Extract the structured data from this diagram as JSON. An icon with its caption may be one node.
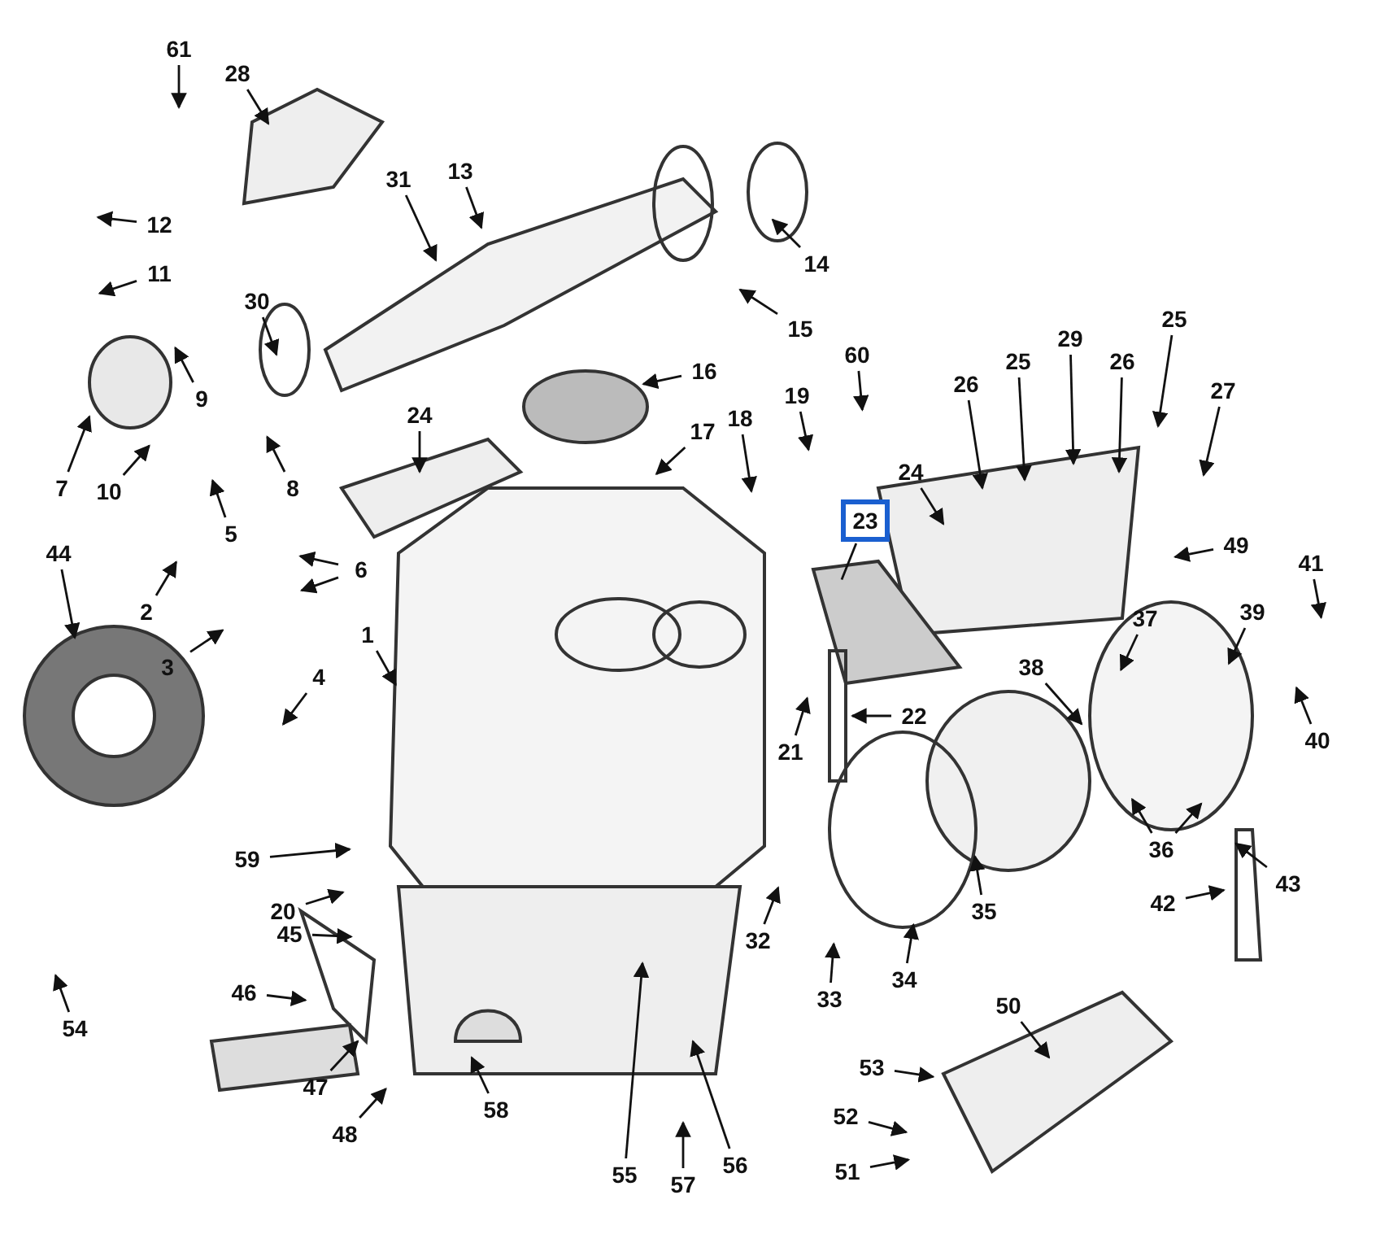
{
  "diagram": {
    "nodes": [
      {
        "text": [
          "61"
        ]
      },
      {
        "text": [
          "28"
        ]
      },
      {
        "text": [
          "12"
        ]
      },
      {
        "text": [
          "11"
        ]
      },
      {
        "text": [
          "30"
        ]
      },
      {
        "text": [
          "31"
        ]
      },
      {
        "text": [
          "13"
        ]
      },
      {
        "text": [
          "14"
        ]
      },
      {
        "text": [
          "15"
        ]
      },
      {
        "text": [
          "9"
        ]
      },
      {
        "text": [
          "7"
        ]
      },
      {
        "text": [
          "10"
        ]
      },
      {
        "text": [
          "5"
        ]
      },
      {
        "text": [
          "8"
        ]
      },
      {
        "text": [
          "2"
        ]
      },
      {
        "text": [
          "6"
        ]
      },
      {
        "text": [
          "3"
        ]
      },
      {
        "text": [
          "4"
        ]
      },
      {
        "text": [
          "24"
        ]
      },
      {
        "text": [
          "16"
        ]
      },
      {
        "text": [
          "17"
        ]
      },
      {
        "text": [
          "18"
        ]
      },
      {
        "text": [
          "19"
        ]
      },
      {
        "text": [
          "60"
        ]
      },
      {
        "text": [
          "23"
        ]
      },
      {
        "text": [
          "24"
        ]
      },
      {
        "text": [
          "26"
        ]
      },
      {
        "text": [
          "25"
        ]
      },
      {
        "text": [
          "29"
        ]
      },
      {
        "text": [
          "26"
        ]
      },
      {
        "text": [
          "25"
        ]
      },
      {
        "text": [
          "27"
        ]
      },
      {
        "text": [
          "49"
        ]
      },
      {
        "text": [
          "41"
        ]
      },
      {
        "text": [
          "39"
        ]
      },
      {
        "text": [
          "37"
        ]
      },
      {
        "text": [
          "38"
        ]
      },
      {
        "text": [
          "1"
        ]
      },
      {
        "text": [
          "44"
        ]
      },
      {
        "text": [
          "22"
        ]
      },
      {
        "text": [
          "21"
        ]
      },
      {
        "text": [
          "40"
        ]
      },
      {
        "text": [
          "36"
        ]
      },
      {
        "text": [
          "59"
        ]
      },
      {
        "text": [
          "20"
        ]
      },
      {
        "text": [
          "45"
        ]
      },
      {
        "text": [
          "32"
        ]
      },
      {
        "text": [
          "33"
        ]
      },
      {
        "text": [
          "34"
        ]
      },
      {
        "text": [
          "35"
        ]
      },
      {
        "text": [
          "42"
        ]
      },
      {
        "text": [
          "43"
        ]
      },
      {
        "text": [
          "54"
        ]
      },
      {
        "text": [
          "46"
        ]
      },
      {
        "text": [
          "47"
        ]
      },
      {
        "text": [
          "48"
        ]
      },
      {
        "text": [
          "58"
        ]
      },
      {
        "text": [
          "55"
        ]
      },
      {
        "text": [
          "57"
        ]
      },
      {
        "text": [
          "56"
        ]
      },
      {
        "text": [
          "50"
        ]
      },
      {
        "text": [
          "53"
        ]
      },
      {
        "text": [
          "52"
        ]
      },
      {
        "text": [
          "51"
        ]
      }
    ],
    "edges": [
      {
        "from": 0,
        "to": null,
        "arrow": "to"
      },
      {
        "from": 1,
        "to": null,
        "arrow": "to"
      },
      {
        "from": 2,
        "to": null,
        "arrow": "to"
      },
      {
        "from": 3,
        "to": null,
        "arrow": "to"
      },
      {
        "from": 4,
        "to": null,
        "arrow": "to"
      },
      {
        "from": 5,
        "to": null,
        "arrow": "to"
      },
      {
        "from": 6,
        "to": null,
        "arrow": "to"
      },
      {
        "from": 7,
        "to": null,
        "arrow": "to"
      },
      {
        "from": 8,
        "to": null,
        "arrow": "to"
      },
      {
        "from": 9,
        "to": null,
        "arrow": "to"
      },
      {
        "from": 10,
        "to": null,
        "arrow": "to"
      },
      {
        "from": 11,
        "to": null,
        "arrow": "to"
      },
      {
        "from": 12,
        "to": null,
        "arrow": "to"
      },
      {
        "from": 13,
        "to": null,
        "arrow": "to"
      },
      {
        "from": 14,
        "to": null,
        "arrow": "to"
      },
      {
        "from": 15,
        "to": null,
        "arrow": "to"
      },
      {
        "from": 15,
        "to": null,
        "arrow": "to"
      },
      {
        "from": 16,
        "to": null,
        "arrow": "to"
      },
      {
        "from": 17,
        "to": null,
        "arrow": "to"
      },
      {
        "from": 18,
        "to": null,
        "arrow": "to"
      },
      {
        "from": 19,
        "to": null,
        "arrow": "to"
      },
      {
        "from": 20,
        "to": null,
        "arrow": "to"
      },
      {
        "from": 21,
        "to": null,
        "arrow": "to"
      },
      {
        "from": 22,
        "to": null,
        "arrow": "to"
      },
      {
        "from": 23,
        "to": null,
        "arrow": "to"
      },
      {
        "from": 24,
        "to": null,
        "arrow": "none"
      },
      {
        "from": 25,
        "to": null,
        "arrow": "to"
      },
      {
        "from": 26,
        "to": null,
        "arrow": "to"
      },
      {
        "from": 27,
        "to": null,
        "arrow": "to"
      },
      {
        "from": 28,
        "to": null,
        "arrow": "to"
      },
      {
        "from": 29,
        "to": null,
        "arrow": "to"
      },
      {
        "from": 30,
        "to": null,
        "arrow": "to"
      },
      {
        "from": 31,
        "to": null,
        "arrow": "to"
      },
      {
        "from": 32,
        "to": null,
        "arrow": "to"
      },
      {
        "from": 33,
        "to": null,
        "arrow": "to"
      },
      {
        "from": 34,
        "to": null,
        "arrow": "to"
      },
      {
        "from": 35,
        "to": null,
        "arrow": "to"
      },
      {
        "from": 36,
        "to": null,
        "arrow": "to"
      },
      {
        "from": 37,
        "to": null,
        "arrow": "to"
      },
      {
        "from": 38,
        "to": null,
        "arrow": "to"
      },
      {
        "from": 39,
        "to": null,
        "arrow": "to"
      },
      {
        "from": 40,
        "to": null,
        "arrow": "to"
      },
      {
        "from": 41,
        "to": null,
        "arrow": "to"
      },
      {
        "from": 42,
        "to": null,
        "arrow": "to"
      },
      {
        "from": 42,
        "to": null,
        "arrow": "to"
      },
      {
        "from": 43,
        "to": null,
        "arrow": "to"
      },
      {
        "from": 44,
        "to": null,
        "arrow": "to"
      },
      {
        "from": 45,
        "to": null,
        "arrow": "to"
      },
      {
        "from": 46,
        "to": null,
        "arrow": "to"
      },
      {
        "from": 47,
        "to": null,
        "arrow": "to"
      },
      {
        "from": 48,
        "to": null,
        "arrow": "to"
      },
      {
        "from": 49,
        "to": null,
        "arrow": "to"
      },
      {
        "from": 50,
        "to": null,
        "arrow": "to"
      },
      {
        "from": 51,
        "to": null,
        "arrow": "to"
      },
      {
        "from": 52,
        "to": null,
        "arrow": "to"
      },
      {
        "from": 53,
        "to": null,
        "arrow": "to"
      },
      {
        "from": 54,
        "to": null,
        "arrow": "to"
      },
      {
        "from": 55,
        "to": null,
        "arrow": "to"
      },
      {
        "from": 56,
        "to": null,
        "arrow": "to"
      },
      {
        "from": 57,
        "to": null,
        "arrow": "to"
      },
      {
        "from": 58,
        "to": null,
        "arrow": "to"
      },
      {
        "from": 59,
        "to": null,
        "arrow": "to"
      },
      {
        "from": 60,
        "to": null,
        "arrow": "to"
      },
      {
        "from": 61,
        "to": null,
        "arrow": "to"
      },
      {
        "from": 62,
        "to": null,
        "arrow": "to"
      },
      {
        "from": 63,
        "to": null,
        "arrow": "to"
      }
    ]
  }
}
